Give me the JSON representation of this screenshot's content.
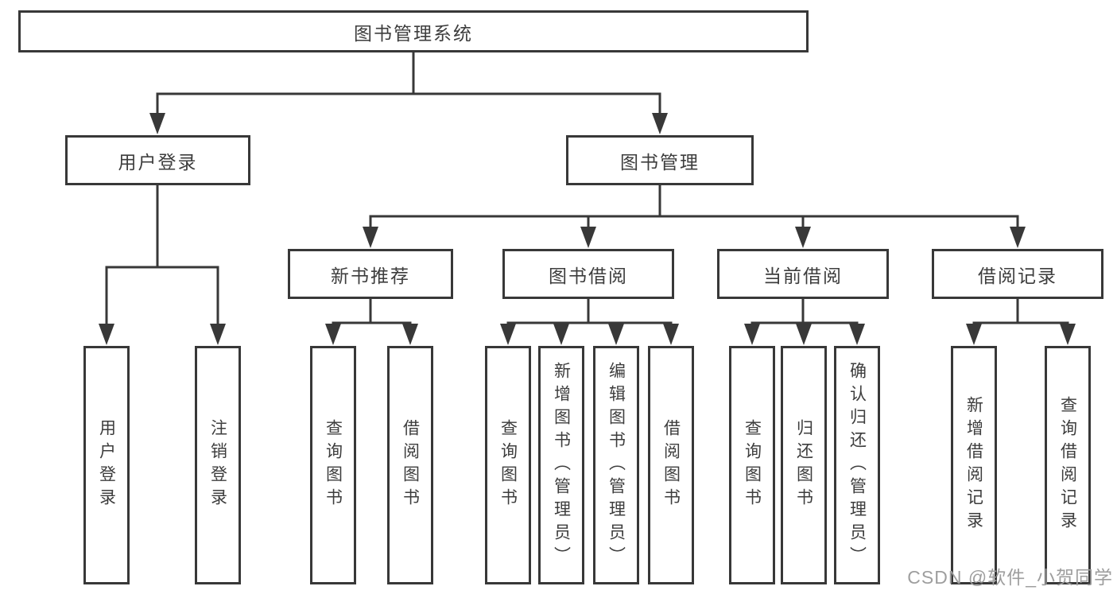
{
  "diagram": {
    "root": "图书管理系统",
    "level1": {
      "user_login": "用户登录",
      "book_mgmt": "图书管理"
    },
    "level2": {
      "new_books": "新书推荐",
      "book_borrow": "图书借阅",
      "current_borrow": "当前借阅",
      "borrow_records": "借阅记录"
    },
    "leaves": {
      "user_login": [
        "用户登录",
        "注销登录"
      ],
      "new_books": [
        "查询图书",
        "借阅图书"
      ],
      "book_borrow": [
        "查询图书",
        "新增图书（管理员）",
        "编辑图书（管理员）",
        "借阅图书"
      ],
      "current_borrow": [
        "查询图书",
        "归还图书",
        "确认归还（管理员）"
      ],
      "borrow_records": [
        "新增借阅记录",
        "查询借阅记录"
      ]
    }
  },
  "watermark": "CSDN @软件_小贺同学",
  "colors": {
    "line": "#383838",
    "text": "#3d3d3d",
    "watermark": "#9e9e9e"
  }
}
